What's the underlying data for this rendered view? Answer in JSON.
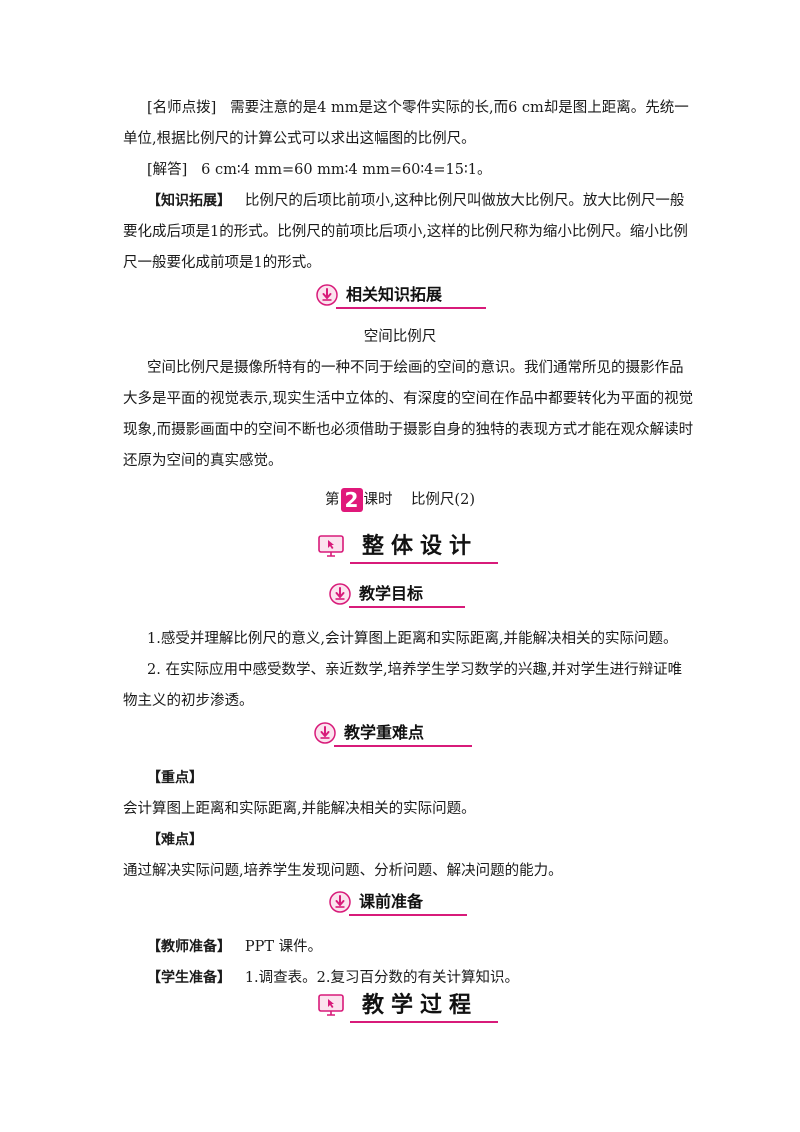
{
  "top": {
    "line1_label": "[名师点拨]",
    "line1_text": "需要注意的是4 mm是这个零件实际的长,而6 cm却是图上距离。先统一",
    "line2": "单位,根据比例尺的计算公式可以求出这幅图的比例尺。",
    "line3_label": "[解答]",
    "line3_text": "6 cm∶4 mm=60 mm∶4 mm=60∶4=15∶1。",
    "line4_label": "【知识拓展】",
    "line4_text": "比例尺的后项比前项小,这种比例尺叫做放大比例尺。放大比例尺一般",
    "line5": "要化成后项是1的形式。比例尺的前项比后项小,这样的比例尺称为缩小比例尺。缩小比例",
    "line6": "尺一般要化成前项是1的形式。"
  },
  "section_related": {
    "title": "相关知识拓展"
  },
  "related": {
    "heading": "空间比例尺",
    "lines": [
      "空间比例尺是摄像所特有的一种不同于绘画的空间的意识。我们通常所见的摄影作品",
      "大多是平面的视觉表示,现实生活中立体的、有深度的空间在作品中都要转化为平面的视觉",
      "现象,而摄影画面中的空间不断也必须借助于摄影自身的独特的表现方式才能在观众解读时",
      "还原为空间的真实感觉。"
    ]
  },
  "lesson": {
    "prefix": "第",
    "number": "2",
    "suffix": "课时",
    "title": "比例尺(2)"
  },
  "section_overall": {
    "title": "整体设计"
  },
  "section_goals": {
    "title": "教学目标"
  },
  "goals": [
    "1.感受并理解比例尺的意义,会计算图上距离和实际距离,并能解决相关的实际问题。",
    "2. 在实际应用中感受数学、亲近数学,培养学生学习数学的兴趣,并对学生进行辩证唯",
    "物主义的初步渗透。"
  ],
  "section_keypoints": {
    "title": "教学重难点"
  },
  "keypoints": {
    "key_label": "【重点】",
    "key_text": "会计算图上距离和实际距离,并能解决相关的实际问题。",
    "diff_label": "【难点】",
    "diff_text": "通过解决实际问题,培养学生发现问题、分析问题、解决问题的能力。"
  },
  "section_prep": {
    "title": "课前准备"
  },
  "prep": {
    "teacher_label": "【教师准备】",
    "teacher_text": "PPT 课件。",
    "student_label": "【学生准备】",
    "student_text": "1.调查表。2.复习百分数的有关计算知识。"
  },
  "section_process": {
    "title": "教学过程"
  },
  "colors": {
    "accent": "#d81b7a",
    "text": "#1a1a1a"
  },
  "icons": {
    "small_section": "download-circle-icon",
    "big_section": "monitor-cursor-icon"
  }
}
